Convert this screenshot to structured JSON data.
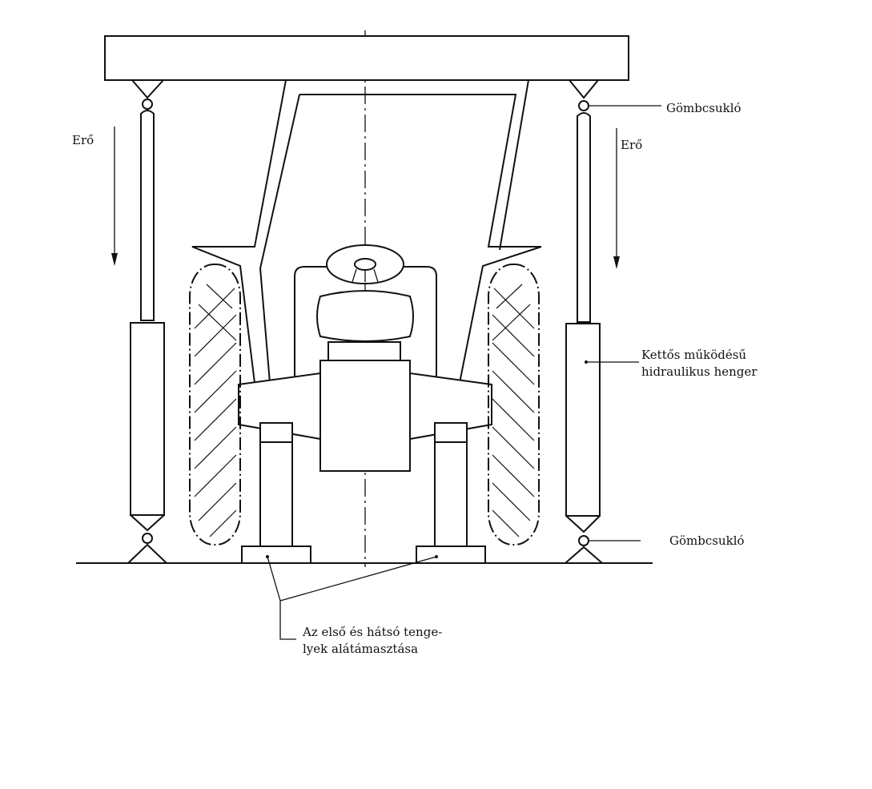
{
  "labels": {
    "force_left": "Erő",
    "force_right": "Erő",
    "ball_joint_top": "Gömbcsukló",
    "ball_joint_bottom": "Gömbcsukló",
    "cylinder_line1": "Kettős működésű",
    "cylinder_line2": "hidraulikus henger",
    "support_line1": "Az első és hátsó tenge-",
    "support_line2": "lyek alátámasztása"
  }
}
